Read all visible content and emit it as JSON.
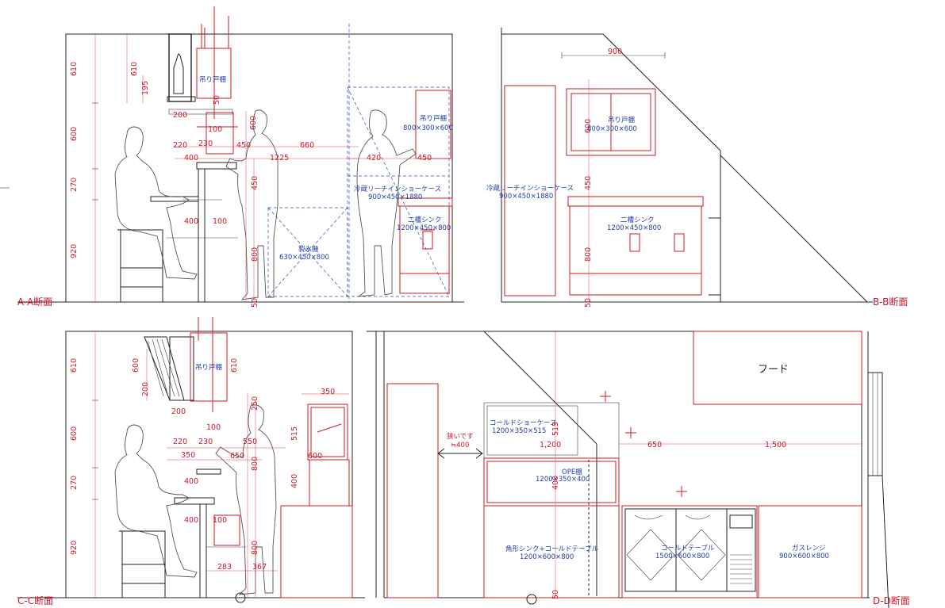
{
  "sections": {
    "aa": "A-A断面",
    "bb": "B-B断面",
    "cc": "C-C断面",
    "dd": "D-D断面"
  },
  "labels": {
    "tsuridana": "吊り戸棚",
    "tsuridana_full": "吊り戸棚",
    "tsuridana_size": "800×300×600",
    "reizou": "冷蔵リーチインショーケース",
    "reizou_size": "900×450×1880",
    "nisou": "二槽シンク",
    "nisou_size": "1200×450×800",
    "seihyo": "製氷機",
    "seihyo_size": "630×450×800",
    "hood": "フード",
    "cold_show": "コールドショーケース",
    "cold_show_size": "1200×350×515",
    "ope": "OPE棚",
    "ope_size": "1200×350×400",
    "kakugata": "角形シンク+コールドテーブル",
    "kakugata_size": "1200×600×800",
    "cold_table": "コールドテーブル",
    "cold_table_size": "1500×600×800",
    "gas": "ガスレンジ",
    "gas_size": "900×600×800",
    "semai": "狭いです",
    "semai_val": "≒400"
  },
  "dims": {
    "d610": "610",
    "d195": "195",
    "d600": "600",
    "d270": "270",
    "d920": "920",
    "d200": "200",
    "d100": "100",
    "d220": "220",
    "d230": "230",
    "d450": "450",
    "d660": "660",
    "d400": "400",
    "d1225": "1225",
    "d420": "420",
    "d800": "800",
    "d50": "50",
    "d900": "900",
    "d350": "350",
    "d250": "250",
    "d550": "550",
    "d650": "650",
    "d515": "515",
    "d283": "283",
    "d367": "367",
    "d1200": "1,200",
    "d1500": "1,500"
  }
}
